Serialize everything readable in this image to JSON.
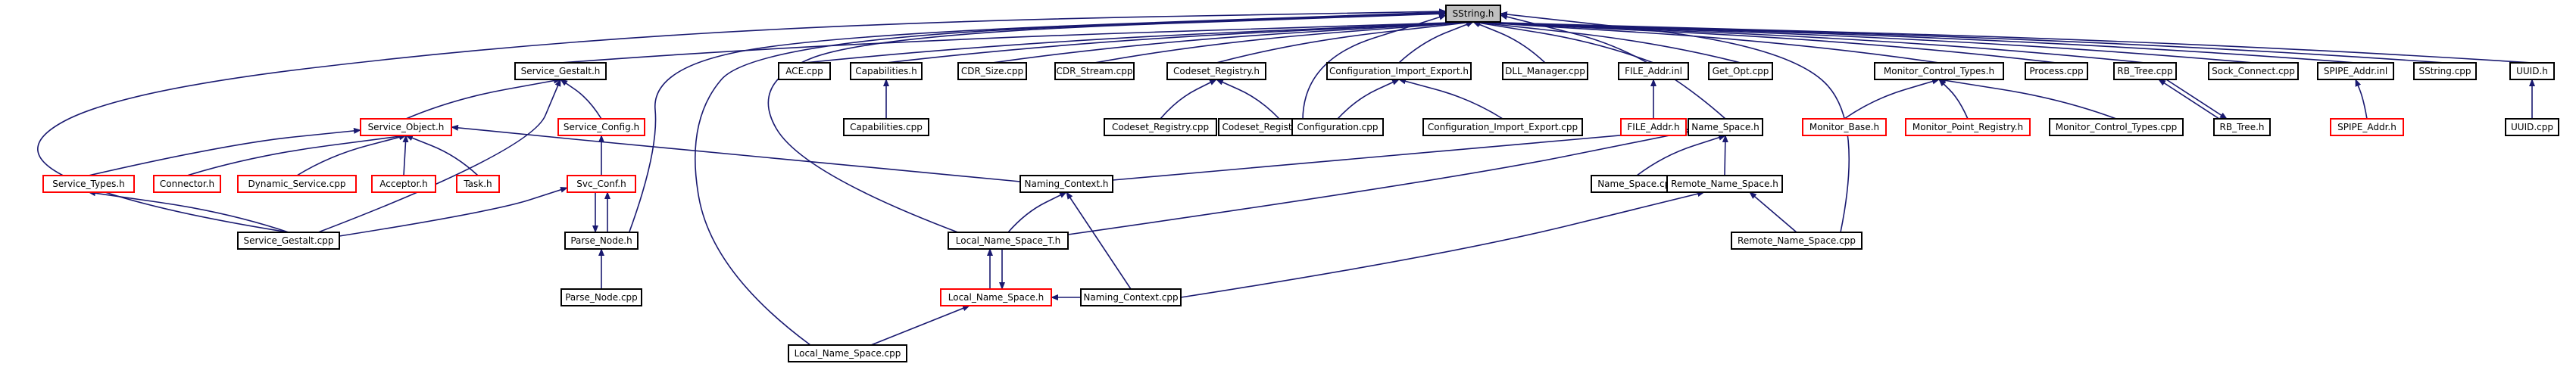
{
  "colors": {
    "edge": "#191970",
    "node_border": "#000000",
    "node_border_missing": "#ff0000",
    "root_fill": "#bfbfbf",
    "node_fill": "#ffffff"
  },
  "nodes": [
    {
      "id": "sstring_h",
      "label": "SString.h",
      "kind": "root"
    },
    {
      "id": "service_gestalt_h",
      "label": "Service_Gestalt.h",
      "kind": "normal"
    },
    {
      "id": "ace_cpp",
      "label": "ACE.cpp",
      "kind": "normal"
    },
    {
      "id": "capabilities_h",
      "label": "Capabilities.h",
      "kind": "normal"
    },
    {
      "id": "cdr_size_cpp",
      "label": "CDR_Size.cpp",
      "kind": "normal"
    },
    {
      "id": "cdr_stream_cpp",
      "label": "CDR_Stream.cpp",
      "kind": "normal"
    },
    {
      "id": "codeset_registry_h",
      "label": "Codeset_Registry.h",
      "kind": "normal"
    },
    {
      "id": "configuration_import_export_h",
      "label": "Configuration_Import_Export.h",
      "kind": "normal"
    },
    {
      "id": "dll_manager_cpp",
      "label": "DLL_Manager.cpp",
      "kind": "normal"
    },
    {
      "id": "file_addr_inl",
      "label": "FILE_Addr.inl",
      "kind": "normal"
    },
    {
      "id": "get_opt_cpp",
      "label": "Get_Opt.cpp",
      "kind": "normal"
    },
    {
      "id": "monitor_control_types_h",
      "label": "Monitor_Control_Types.h",
      "kind": "normal"
    },
    {
      "id": "process_cpp",
      "label": "Process.cpp",
      "kind": "normal"
    },
    {
      "id": "rb_tree_cpp",
      "label": "RB_Tree.cpp",
      "kind": "normal"
    },
    {
      "id": "sock_connect_cpp",
      "label": "Sock_Connect.cpp",
      "kind": "normal"
    },
    {
      "id": "spipe_addr_inl",
      "label": "SPIPE_Addr.inl",
      "kind": "normal"
    },
    {
      "id": "sstring_cpp",
      "label": "SString.cpp",
      "kind": "normal"
    },
    {
      "id": "uuid_h",
      "label": "UUID.h",
      "kind": "normal"
    },
    {
      "id": "capabilities_cpp",
      "label": "Capabilities.cpp",
      "kind": "normal"
    },
    {
      "id": "codeset_registry_cpp",
      "label": "Codeset_Registry.cpp",
      "kind": "normal"
    },
    {
      "id": "codeset_registry_db_cpp",
      "label": "Codeset_Registry_db.cpp",
      "kind": "normal"
    },
    {
      "id": "configuration_cpp",
      "label": "Configuration.cpp",
      "kind": "normal"
    },
    {
      "id": "configuration_import_export_cpp",
      "label": "Configuration_Import_Export.cpp",
      "kind": "normal"
    },
    {
      "id": "file_addr_h",
      "label": "FILE_Addr.h",
      "kind": "missing"
    },
    {
      "id": "name_space_h",
      "label": "Name_Space.h",
      "kind": "normal"
    },
    {
      "id": "monitor_base_h",
      "label": "Monitor_Base.h",
      "kind": "missing"
    },
    {
      "id": "monitor_point_registry_h",
      "label": "Monitor_Point_Registry.h",
      "kind": "missing"
    },
    {
      "id": "monitor_control_types_cpp",
      "label": "Monitor_Control_Types.cpp",
      "kind": "normal"
    },
    {
      "id": "rb_tree_h",
      "label": "RB_Tree.h",
      "kind": "normal"
    },
    {
      "id": "spipe_addr_h",
      "label": "SPIPE_Addr.h",
      "kind": "missing"
    },
    {
      "id": "uuid_cpp",
      "label": "UUID.cpp",
      "kind": "normal"
    },
    {
      "id": "service_object_h",
      "label": "Service_Object.h",
      "kind": "missing"
    },
    {
      "id": "service_config_h",
      "label": "Service_Config.h",
      "kind": "missing"
    },
    {
      "id": "service_types_h",
      "label": "Service_Types.h",
      "kind": "missing"
    },
    {
      "id": "connector_h",
      "label": "Connector.h",
      "kind": "missing"
    },
    {
      "id": "dynamic_service_cpp",
      "label": "Dynamic_Service.cpp",
      "kind": "missing"
    },
    {
      "id": "acceptor_h",
      "label": "Acceptor.h",
      "kind": "missing"
    },
    {
      "id": "task_h",
      "label": "Task.h",
      "kind": "missing"
    },
    {
      "id": "svc_conf_h",
      "label": "Svc_Conf.h",
      "kind": "missing"
    },
    {
      "id": "naming_context_h",
      "label": "Naming_Context.h",
      "kind": "normal"
    },
    {
      "id": "name_space_cpp",
      "label": "Name_Space.cpp",
      "kind": "normal"
    },
    {
      "id": "remote_name_space_h",
      "label": "Remote_Name_Space.h",
      "kind": "normal"
    },
    {
      "id": "service_gestalt_cpp",
      "label": "Service_Gestalt.cpp",
      "kind": "normal"
    },
    {
      "id": "parse_node_h",
      "label": "Parse_Node.h",
      "kind": "normal"
    },
    {
      "id": "local_name_space_t_h",
      "label": "Local_Name_Space_T.h",
      "kind": "normal"
    },
    {
      "id": "remote_name_space_cpp",
      "label": "Remote_Name_Space.cpp",
      "kind": "normal"
    },
    {
      "id": "parse_node_cpp",
      "label": "Parse_Node.cpp",
      "kind": "normal"
    },
    {
      "id": "local_name_space_h",
      "label": "Local_Name_Space.h",
      "kind": "missing"
    },
    {
      "id": "naming_context_cpp",
      "label": "Naming_Context.cpp",
      "kind": "normal"
    },
    {
      "id": "local_name_space_cpp",
      "label": "Local_Name_Space.cpp",
      "kind": "normal"
    }
  ],
  "edges": [
    [
      "service_gestalt_h",
      "sstring_h"
    ],
    [
      "ace_cpp",
      "sstring_h"
    ],
    [
      "capabilities_h",
      "sstring_h"
    ],
    [
      "cdr_size_cpp",
      "sstring_h"
    ],
    [
      "cdr_stream_cpp",
      "sstring_h"
    ],
    [
      "codeset_registry_h",
      "sstring_h"
    ],
    [
      "configuration_import_export_h",
      "sstring_h"
    ],
    [
      "dll_manager_cpp",
      "sstring_h"
    ],
    [
      "file_addr_inl",
      "sstring_h"
    ],
    [
      "get_opt_cpp",
      "sstring_h"
    ],
    [
      "monitor_control_types_h",
      "sstring_h"
    ],
    [
      "process_cpp",
      "sstring_h"
    ],
    [
      "rb_tree_cpp",
      "sstring_h"
    ],
    [
      "sock_connect_cpp",
      "sstring_h"
    ],
    [
      "spipe_addr_inl",
      "sstring_h"
    ],
    [
      "sstring_cpp",
      "sstring_h"
    ],
    [
      "uuid_h",
      "sstring_h"
    ],
    [
      "name_space_h",
      "sstring_h"
    ],
    [
      "configuration_cpp",
      "sstring_h"
    ],
    [
      "service_gestalt_cpp",
      "sstring_h"
    ],
    [
      "parse_node_h",
      "sstring_h"
    ],
    [
      "local_name_space_t_h",
      "sstring_h"
    ],
    [
      "local_name_space_cpp",
      "sstring_h"
    ],
    [
      "remote_name_space_cpp",
      "sstring_h"
    ],
    [
      "capabilities_cpp",
      "capabilities_h"
    ],
    [
      "codeset_registry_cpp",
      "codeset_registry_h"
    ],
    [
      "codeset_registry_db_cpp",
      "codeset_registry_h"
    ],
    [
      "configuration_cpp",
      "configuration_import_export_h"
    ],
    [
      "configuration_import_export_cpp",
      "configuration_import_export_h"
    ],
    [
      "file_addr_h",
      "file_addr_inl"
    ],
    [
      "monitor_base_h",
      "monitor_control_types_h"
    ],
    [
      "monitor_point_registry_h",
      "monitor_control_types_h"
    ],
    [
      "monitor_control_types_cpp",
      "monitor_control_types_h"
    ],
    [
      "rb_tree_h",
      "rb_tree_cpp"
    ],
    [
      "rb_tree_cpp",
      "rb_tree_h"
    ],
    [
      "spipe_addr_h",
      "spipe_addr_inl"
    ],
    [
      "uuid_cpp",
      "uuid_h"
    ],
    [
      "service_object_h",
      "service_gestalt_h"
    ],
    [
      "service_config_h",
      "service_gestalt_h"
    ],
    [
      "service_gestalt_cpp",
      "service_gestalt_h"
    ],
    [
      "service_types_h",
      "service_object_h"
    ],
    [
      "connector_h",
      "service_object_h"
    ],
    [
      "dynamic_service_cpp",
      "service_object_h"
    ],
    [
      "acceptor_h",
      "service_object_h"
    ],
    [
      "task_h",
      "service_object_h"
    ],
    [
      "naming_context_h",
      "service_object_h"
    ],
    [
      "svc_conf_h",
      "service_config_h"
    ],
    [
      "service_gestalt_cpp",
      "svc_conf_h"
    ],
    [
      "parse_node_h",
      "svc_conf_h"
    ],
    [
      "svc_conf_h",
      "parse_node_h"
    ],
    [
      "service_gestalt_cpp",
      "service_types_h"
    ],
    [
      "parse_node_cpp",
      "parse_node_h"
    ],
    [
      "naming_context_h",
      "name_space_h"
    ],
    [
      "name_space_cpp",
      "name_space_h"
    ],
    [
      "remote_name_space_h",
      "name_space_h"
    ],
    [
      "local_name_space_t_h",
      "name_space_h"
    ],
    [
      "local_name_space_t_h",
      "naming_context_h"
    ],
    [
      "naming_context_cpp",
      "naming_context_h"
    ],
    [
      "remote_name_space_cpp",
      "remote_name_space_h"
    ],
    [
      "naming_context_cpp",
      "remote_name_space_h"
    ],
    [
      "local_name_space_h",
      "local_name_space_t_h"
    ],
    [
      "local_name_space_t_h",
      "local_name_space_h"
    ],
    [
      "local_name_space_cpp",
      "local_name_space_h"
    ],
    [
      "naming_context_cpp",
      "local_name_space_h"
    ]
  ]
}
